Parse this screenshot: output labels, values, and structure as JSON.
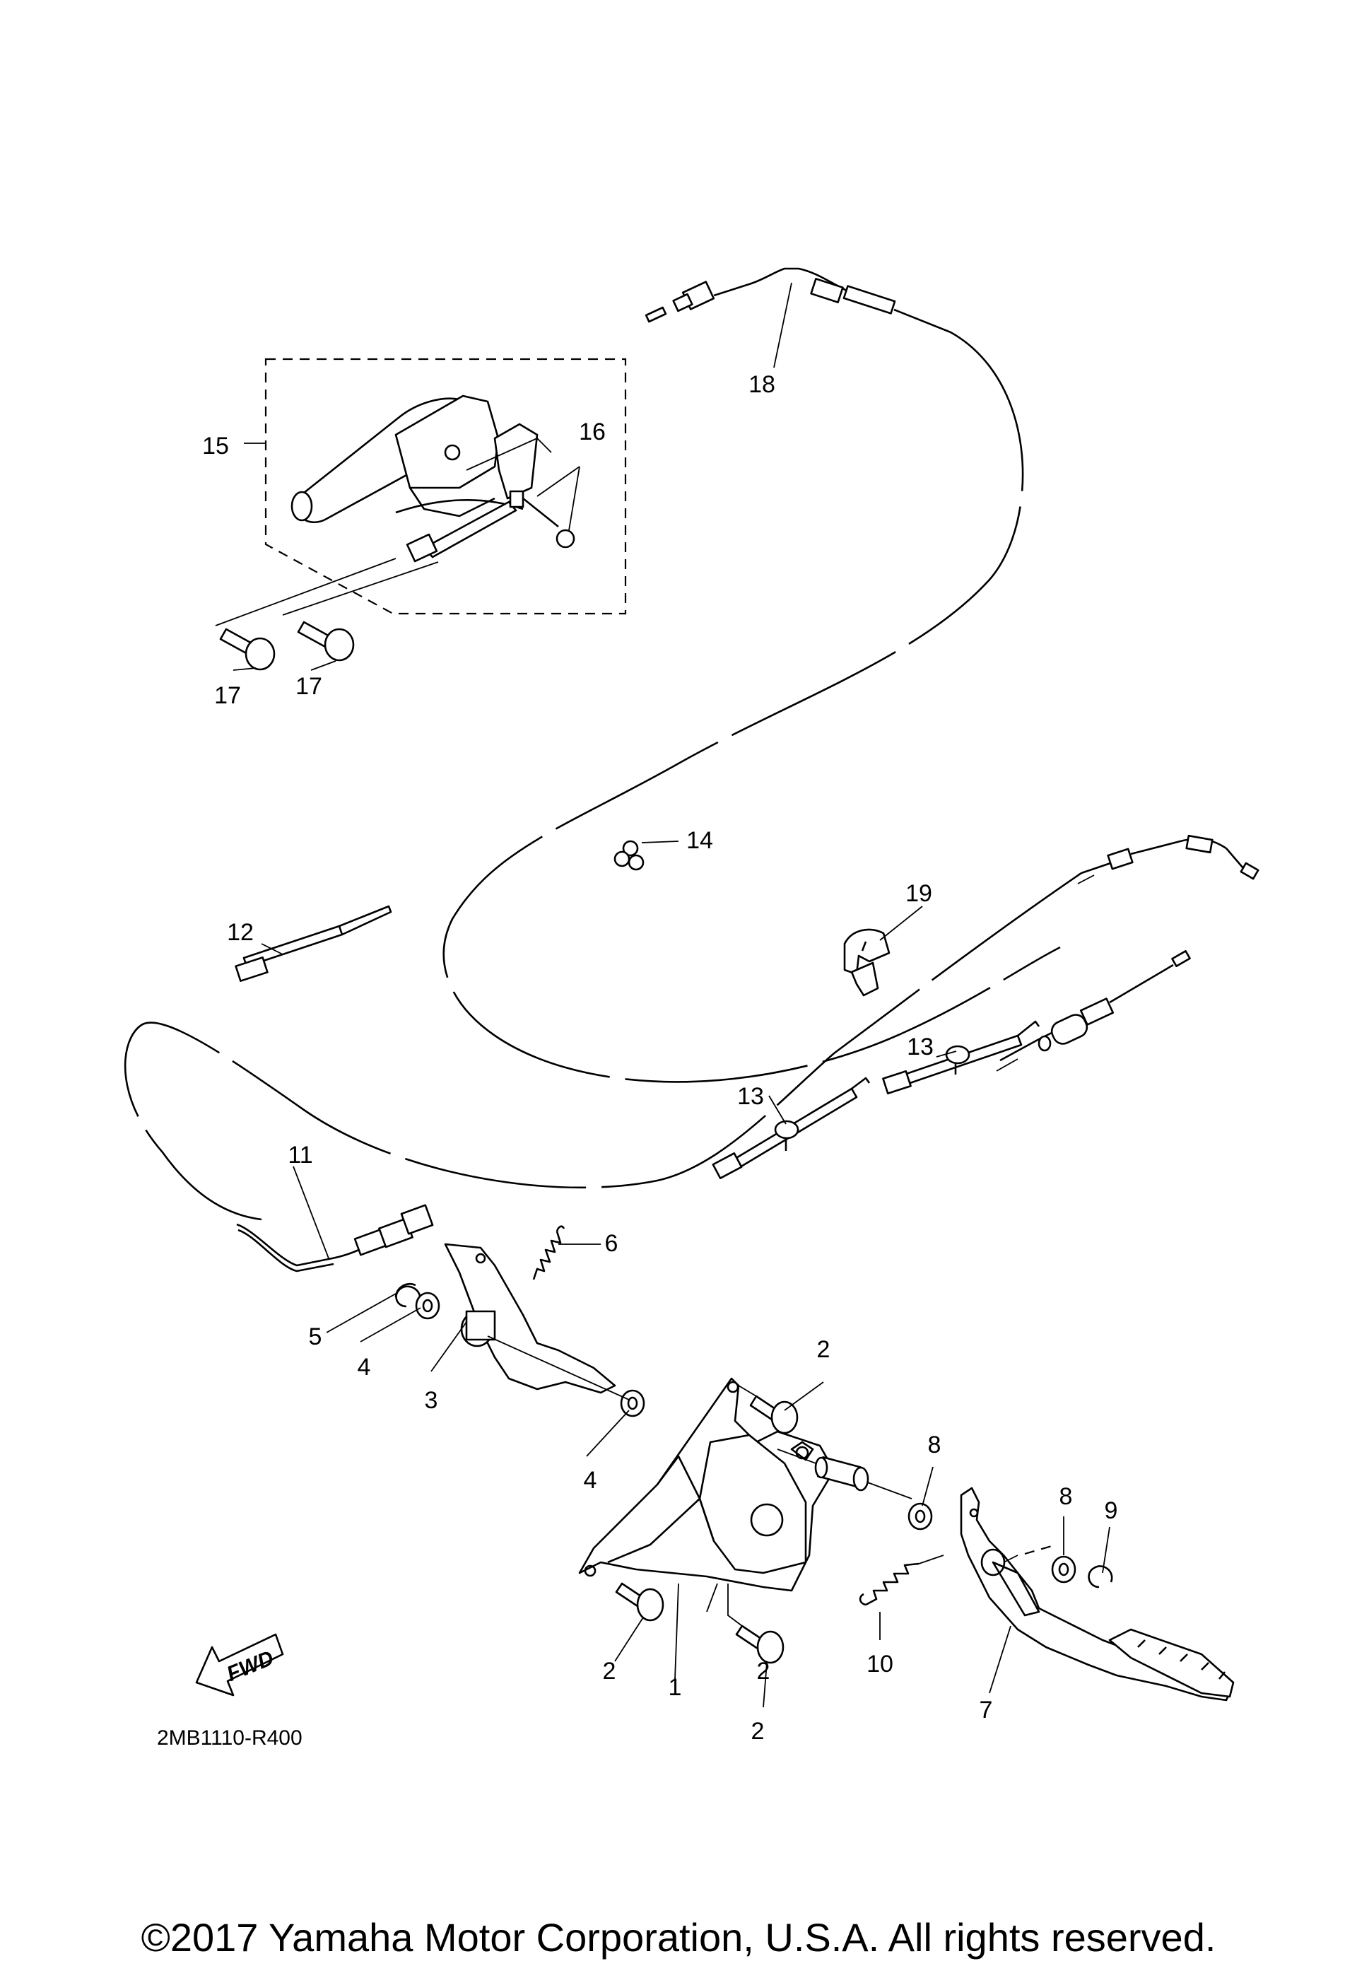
{
  "diagram_code": "2MB1110-R400",
  "copyright": "©2017 Yamaha Motor Corporation, U.S.A. All rights reserved.",
  "forward_marker": "FWD",
  "callouts": {
    "c1": "1",
    "c2a": "2",
    "c2b": "2",
    "c2c": "2",
    "c2d": "2",
    "c3": "3",
    "c4a": "4",
    "c4b": "4",
    "c5": "5",
    "c6": "6",
    "c7": "7",
    "c8a": "8",
    "c8b": "8",
    "c9": "9",
    "c10": "10",
    "c11": "11",
    "c12": "12",
    "c13a": "13",
    "c13b": "13",
    "c14": "14",
    "c15": "15",
    "c16": "16",
    "c17a": "17",
    "c17b": "17",
    "c18": "18",
    "c19": "19"
  }
}
